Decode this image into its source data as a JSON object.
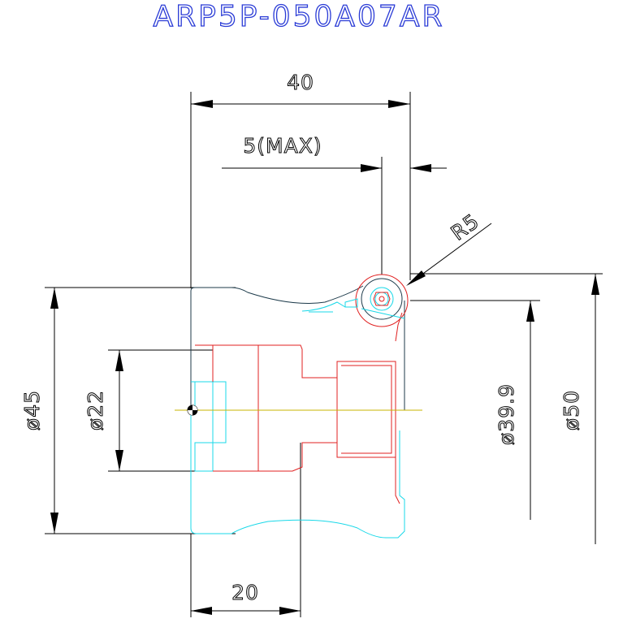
{
  "title": "ARP5P-050A07AR",
  "dimensions": {
    "overall_length": "40",
    "max_offset": "5(MAX)",
    "corner_radius": "R5",
    "diameter_45": "ø45",
    "diameter_22": "ø22",
    "diameter_39_9": "ø39.9",
    "diameter_50": "ø50",
    "length_20": "20"
  }
}
